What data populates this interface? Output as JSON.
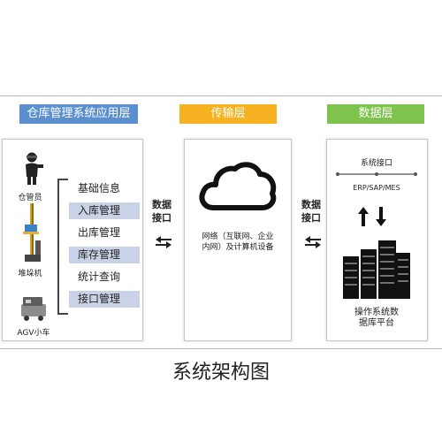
{
  "tabs": {
    "app_layer": "仓库管理系统应用层",
    "transport_layer": "传输层",
    "data_layer": "数据层"
  },
  "devices": [
    {
      "label": "仓管员",
      "icon": "person-icon"
    },
    {
      "label": "堆垛机",
      "icon": "stacker-crane-icon"
    },
    {
      "label": "AGV小车",
      "icon": "agv-cart-icon"
    }
  ],
  "menu": [
    {
      "label": "基础信息",
      "shaded": false
    },
    {
      "label": "入库管理",
      "shaded": true
    },
    {
      "label": "出库管理",
      "shaded": false
    },
    {
      "label": "库存管理",
      "shaded": true
    },
    {
      "label": "统计查询",
      "shaded": false
    },
    {
      "label": "接口管理",
      "shaded": true
    }
  ],
  "connectors": {
    "left_label_line1": "数据",
    "left_label_line2": "接口",
    "right_label_line1": "数据",
    "right_label_line2": "接口"
  },
  "transport": {
    "network_line1": "网络（互联网、企业",
    "network_line2": "内网）及计算机设备"
  },
  "data": {
    "interface_title": "系统接口",
    "interface_systems": "ERP/SAP/MES",
    "platform_line1": "操作系统数",
    "platform_line2": "据库平台"
  },
  "footer": {
    "title": "系统架构图"
  },
  "colors": {
    "app_tab": "#5b8fd0",
    "transport_tab": "#f6b221",
    "data_tab": "#7ec34e",
    "menu_shade": "#c9d2e6"
  }
}
